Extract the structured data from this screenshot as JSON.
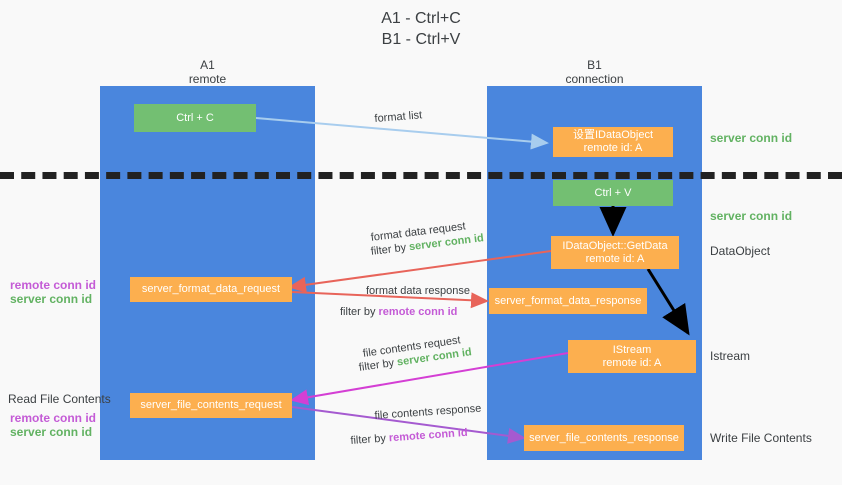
{
  "title": {
    "line1": "A1 - Ctrl+C",
    "line2": "B1 - Ctrl+V"
  },
  "columns": [
    {
      "id": "a1",
      "name": "A1",
      "sub": "remote"
    },
    {
      "id": "b1",
      "name": "B1",
      "sub": "connection"
    }
  ],
  "colors": {
    "lane": "#4a86dd",
    "green_box": "#73bf72",
    "orange_box": "#fcaf4f",
    "server_conn": "#62b262",
    "remote_conn": "#c45bd6",
    "arrow_blue": "#a8cdee",
    "arrow_red": "#e8645a",
    "arrow_magenta": "#d43fd4",
    "arrow_purple": "#a55ad0",
    "arrow_black": "#000000",
    "background": "#f9f9f9"
  },
  "boxes": {
    "ctrl_c": "Ctrl + C",
    "ctrl_v": "Ctrl + V",
    "set_idataobject_l1": "设置IDataObject",
    "set_idataobject_l2": "remote id: A",
    "getdata_l1": "IDataObject::GetData",
    "getdata_l2": "remote id: A",
    "istream_l1": "IStream",
    "istream_l2": "remote id: A",
    "server_format_data_request": "server_format_data_request",
    "server_format_data_response": "server_format_data_response",
    "server_file_contents_request": "server_file_contents_request",
    "server_file_contents_response": "server_file_contents_response"
  },
  "right_labels": {
    "server_conn_id_top": "server conn id",
    "server_conn_id_mid": "server conn id",
    "dataobject": "DataObject",
    "istream": "Istream",
    "write_file_contents": "Write File Contents"
  },
  "left_labels": {
    "remote_conn_id_upper": "remote conn id",
    "server_conn_id_upper": "server conn id",
    "read_file_contents": "Read File Contents",
    "remote_conn_id_lower": "remote conn id",
    "server_conn_id_lower": "server conn id"
  },
  "edge_labels": {
    "format_list": "format list",
    "format_data_request": "format data request",
    "format_data_request_filter_prefix": "filter by ",
    "format_data_request_filter_value": "server conn id",
    "format_data_response": "format data response",
    "format_data_response_filter_prefix": "filter by ",
    "format_data_response_filter_value": "remote conn id",
    "file_contents_request": "file contents request",
    "file_contents_request_filter_prefix": "filter by ",
    "file_contents_request_filter_value": "server conn id",
    "file_contents_response": "file contents response",
    "file_contents_response_filter_prefix": "filter by ",
    "file_contents_response_filter_value": "remote conn id"
  }
}
